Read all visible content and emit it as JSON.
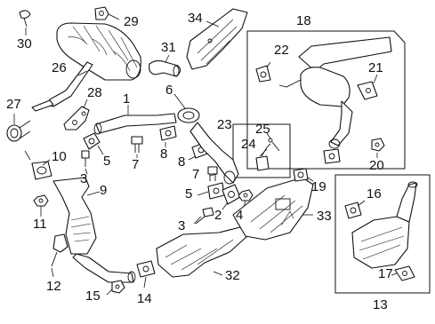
{
  "diagram": {
    "callouts": [
      {
        "id": "c1",
        "label": "1"
      },
      {
        "id": "c2",
        "label": "2"
      },
      {
        "id": "c3a",
        "label": "3"
      },
      {
        "id": "c3b",
        "label": "3"
      },
      {
        "id": "c4",
        "label": "4"
      },
      {
        "id": "c5a",
        "label": "5"
      },
      {
        "id": "c5b",
        "label": "5"
      },
      {
        "id": "c6",
        "label": "6"
      },
      {
        "id": "c7a",
        "label": "7"
      },
      {
        "id": "c7b",
        "label": "7"
      },
      {
        "id": "c8a",
        "label": "8"
      },
      {
        "id": "c8b",
        "label": "8"
      },
      {
        "id": "c9",
        "label": "9"
      },
      {
        "id": "c10",
        "label": "10"
      },
      {
        "id": "c11",
        "label": "11"
      },
      {
        "id": "c12",
        "label": "12"
      },
      {
        "id": "c13",
        "label": "13"
      },
      {
        "id": "c14",
        "label": "14"
      },
      {
        "id": "c15",
        "label": "15"
      },
      {
        "id": "c16",
        "label": "16"
      },
      {
        "id": "c17",
        "label": "17"
      },
      {
        "id": "c18",
        "label": "18"
      },
      {
        "id": "c19",
        "label": "19"
      },
      {
        "id": "c20",
        "label": "20"
      },
      {
        "id": "c21",
        "label": "21"
      },
      {
        "id": "c22",
        "label": "22"
      },
      {
        "id": "c23",
        "label": "23"
      },
      {
        "id": "c24",
        "label": "24"
      },
      {
        "id": "c25",
        "label": "25"
      },
      {
        "id": "c26",
        "label": "26"
      },
      {
        "id": "c27",
        "label": "27"
      },
      {
        "id": "c28",
        "label": "28"
      },
      {
        "id": "c29",
        "label": "29"
      },
      {
        "id": "c30",
        "label": "30"
      },
      {
        "id": "c31",
        "label": "31"
      },
      {
        "id": "c32",
        "label": "32"
      },
      {
        "id": "c33",
        "label": "33"
      },
      {
        "id": "c34",
        "label": "34"
      }
    ]
  }
}
